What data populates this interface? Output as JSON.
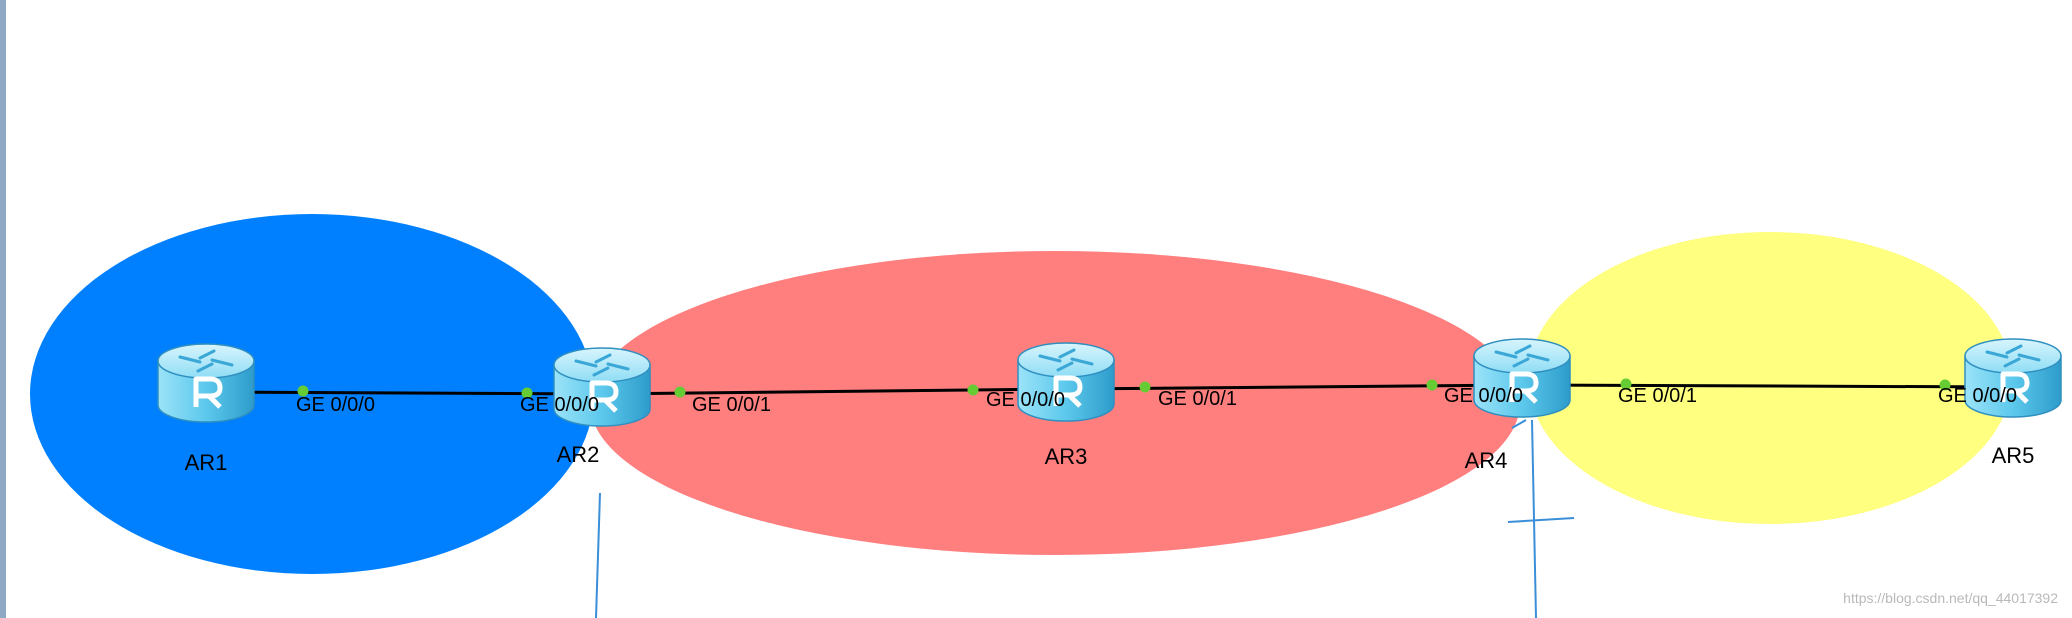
{
  "colors": {
    "area_left": "#0080FF",
    "area_middle": "#FF7F7F",
    "area_right": "#FFFF80",
    "link_line": "#000000",
    "port_dot": "#66CC33",
    "router_body": "#5CC8EC",
    "annotation_line": "#3A8FD8"
  },
  "routers": [
    {
      "id": "AR1",
      "label": "AR1",
      "icon": "router-icon"
    },
    {
      "id": "AR2",
      "label": "AR2",
      "icon": "router-icon"
    },
    {
      "id": "AR3",
      "label": "AR3",
      "icon": "router-icon"
    },
    {
      "id": "AR4",
      "label": "AR4",
      "icon": "router-icon"
    },
    {
      "id": "AR5",
      "label": "AR5",
      "icon": "router-icon"
    }
  ],
  "interfaces": [
    "GE 0/0/0",
    "GE 0/0/0",
    "GE 0/0/1",
    "GE 0/0/0",
    "GE 0/0/1",
    "GE 0/0/0",
    "GE 0/0/1",
    "GE 0/0/0"
  ],
  "links": [
    {
      "from": "AR1",
      "to": "AR2"
    },
    {
      "from": "AR2",
      "to": "AR3"
    },
    {
      "from": "AR3",
      "to": "AR4"
    },
    {
      "from": "AR4",
      "to": "AR5"
    }
  ],
  "watermark": "https://blog.csdn.net/qq_44017392"
}
